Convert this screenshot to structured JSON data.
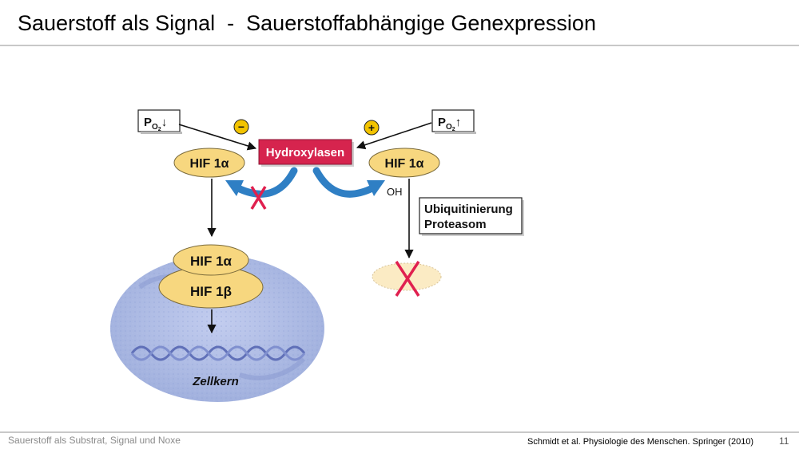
{
  "header": {
    "title": "Sauerstoff als Signal  -  Sauerstoffabhängige Genexpression"
  },
  "diagram": {
    "po2_low": {
      "p": "P",
      "o": "O",
      "sub": "2",
      "arrow": "↓"
    },
    "po2_high": {
      "p": "P",
      "o": "O",
      "sub": "2",
      "arrow": "↑"
    },
    "minus_sign": "−",
    "plus_sign": "+",
    "hydroxylasen": "Hydroxylasen",
    "hif_left": "HIF 1α",
    "hif_right": "HIF 1α",
    "oh": "OH",
    "ubiquitinierung": "Ubiquitinierung",
    "proteasom": "Proteasom",
    "hif_nucleus_a": "HIF 1α",
    "hif_nucleus_b": "HIF 1β",
    "zellkern": "Zellkern",
    "colors": {
      "hydroxylase": "#d6244e",
      "hif": "#f7d77f",
      "nucleus": "#aab8e3",
      "blue_arrow": "#2f7fc4",
      "cross": "#e0204f"
    }
  },
  "footer": {
    "left": "Sauerstoff als Substrat, Signal und Noxe",
    "citation": "Schmidt et al.  Physiologie des Menschen. Springer (2010)",
    "page": "11"
  }
}
